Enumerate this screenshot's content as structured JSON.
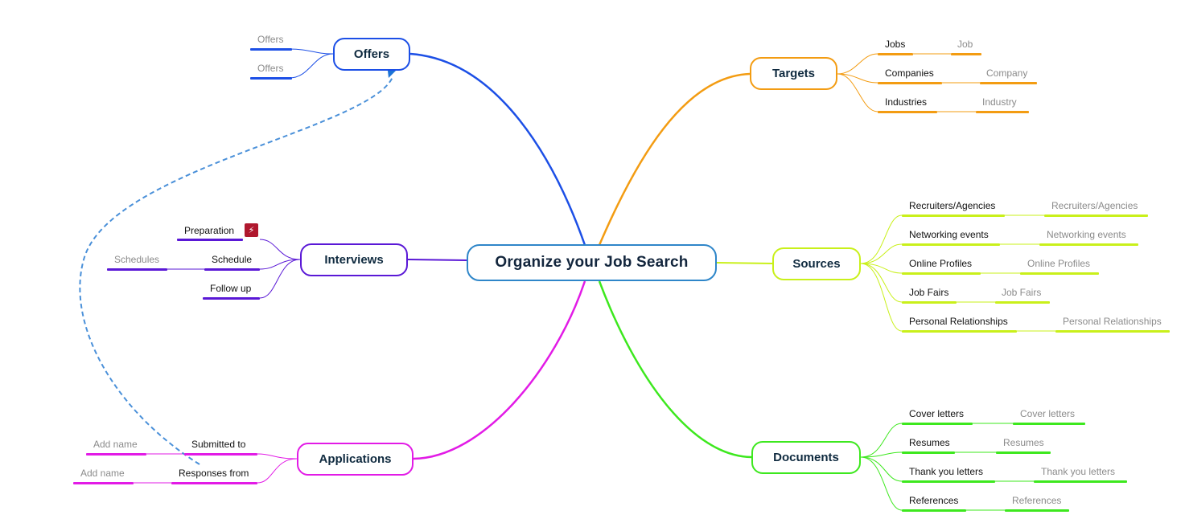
{
  "central": {
    "label": "Organize your Job Search",
    "color": "#2e86c9"
  },
  "branches": {
    "offers": {
      "label": "Offers",
      "color": "#1c4fe6",
      "children": [
        "Offers",
        "Offers"
      ]
    },
    "targets": {
      "label": "Targets",
      "color": "#f39c12",
      "items": [
        {
          "label": "Jobs",
          "sub": "Job"
        },
        {
          "label": "Companies",
          "sub": "Company"
        },
        {
          "label": "Industries",
          "sub": "Industry"
        }
      ]
    },
    "sources": {
      "label": "Sources",
      "color": "#c9f01a",
      "items": [
        {
          "label": "Recruiters/Agencies",
          "sub": "Recruiters/Agencies"
        },
        {
          "label": "Networking events",
          "sub": "Networking events"
        },
        {
          "label": "Online Profiles",
          "sub": "Online Profiles"
        },
        {
          "label": "Job Fairs",
          "sub": "Job Fairs"
        },
        {
          "label": "Personal Relationships",
          "sub": "Personal Relationships"
        }
      ]
    },
    "documents": {
      "label": "Documents",
      "color": "#3de81e",
      "items": [
        {
          "label": "Cover letters",
          "sub": "Cover letters"
        },
        {
          "label": "Resumes",
          "sub": "Resumes"
        },
        {
          "label": "Thank you letters",
          "sub": "Thank you letters"
        },
        {
          "label": "References",
          "sub": "References"
        }
      ]
    },
    "interviews": {
      "label": "Interviews",
      "color": "#5a18d6",
      "items": [
        {
          "label": "Preparation",
          "icon": "task-marker-icon"
        },
        {
          "label": "Schedule",
          "sub": "Schedules"
        },
        {
          "label": "Follow up"
        }
      ]
    },
    "applications": {
      "label": "Applications",
      "color": "#e21be6",
      "items": [
        {
          "label": "Submitted to",
          "sub": "Add name"
        },
        {
          "label": "Responses from",
          "sub": "Add name"
        }
      ]
    }
  },
  "relationship": {
    "from": "Submitted to",
    "to": "Offers",
    "style": "dashed",
    "color": "#4a90d9"
  }
}
